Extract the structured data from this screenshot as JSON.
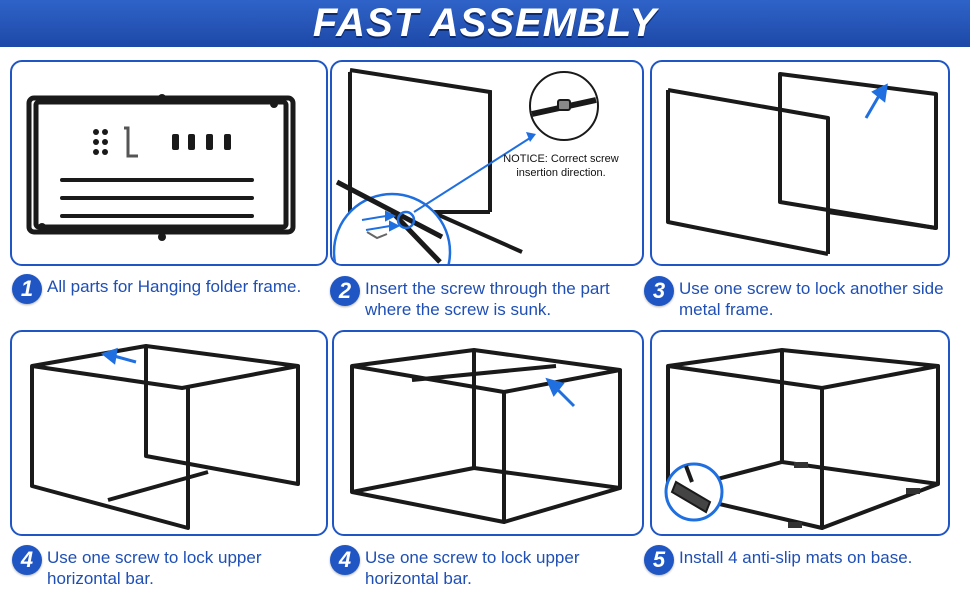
{
  "banner": {
    "title": "FAST ASSEMBLY"
  },
  "steps": [
    {
      "number": "1",
      "caption": "All parts for Hanging folder frame."
    },
    {
      "number": "2",
      "caption": "Insert the screw through the part where the screw is sunk."
    },
    {
      "number": "3",
      "caption": "Use one screw to lock another side metal frame."
    },
    {
      "number": "4",
      "caption": "Use one screw to lock upper horizontal bar."
    },
    {
      "number": "4",
      "caption": "Use one screw to lock upper horizontal bar."
    },
    {
      "number": "5",
      "caption": "Install 4 anti-slip mats on base."
    }
  ],
  "notice": {
    "line1": "NOTICE: Correct screw",
    "line2": "insertion direction."
  },
  "colors": {
    "accent": "#1f56c4",
    "frame": "#1a1a1a",
    "arrow": "#1f6fe0"
  },
  "icons": [
    "parts-illustration",
    "screw-insertion-illustration",
    "frame-assembly-illustration",
    "upper-bar-illustration",
    "completed-frame-illustration",
    "anti-slip-mat-illustration"
  ]
}
